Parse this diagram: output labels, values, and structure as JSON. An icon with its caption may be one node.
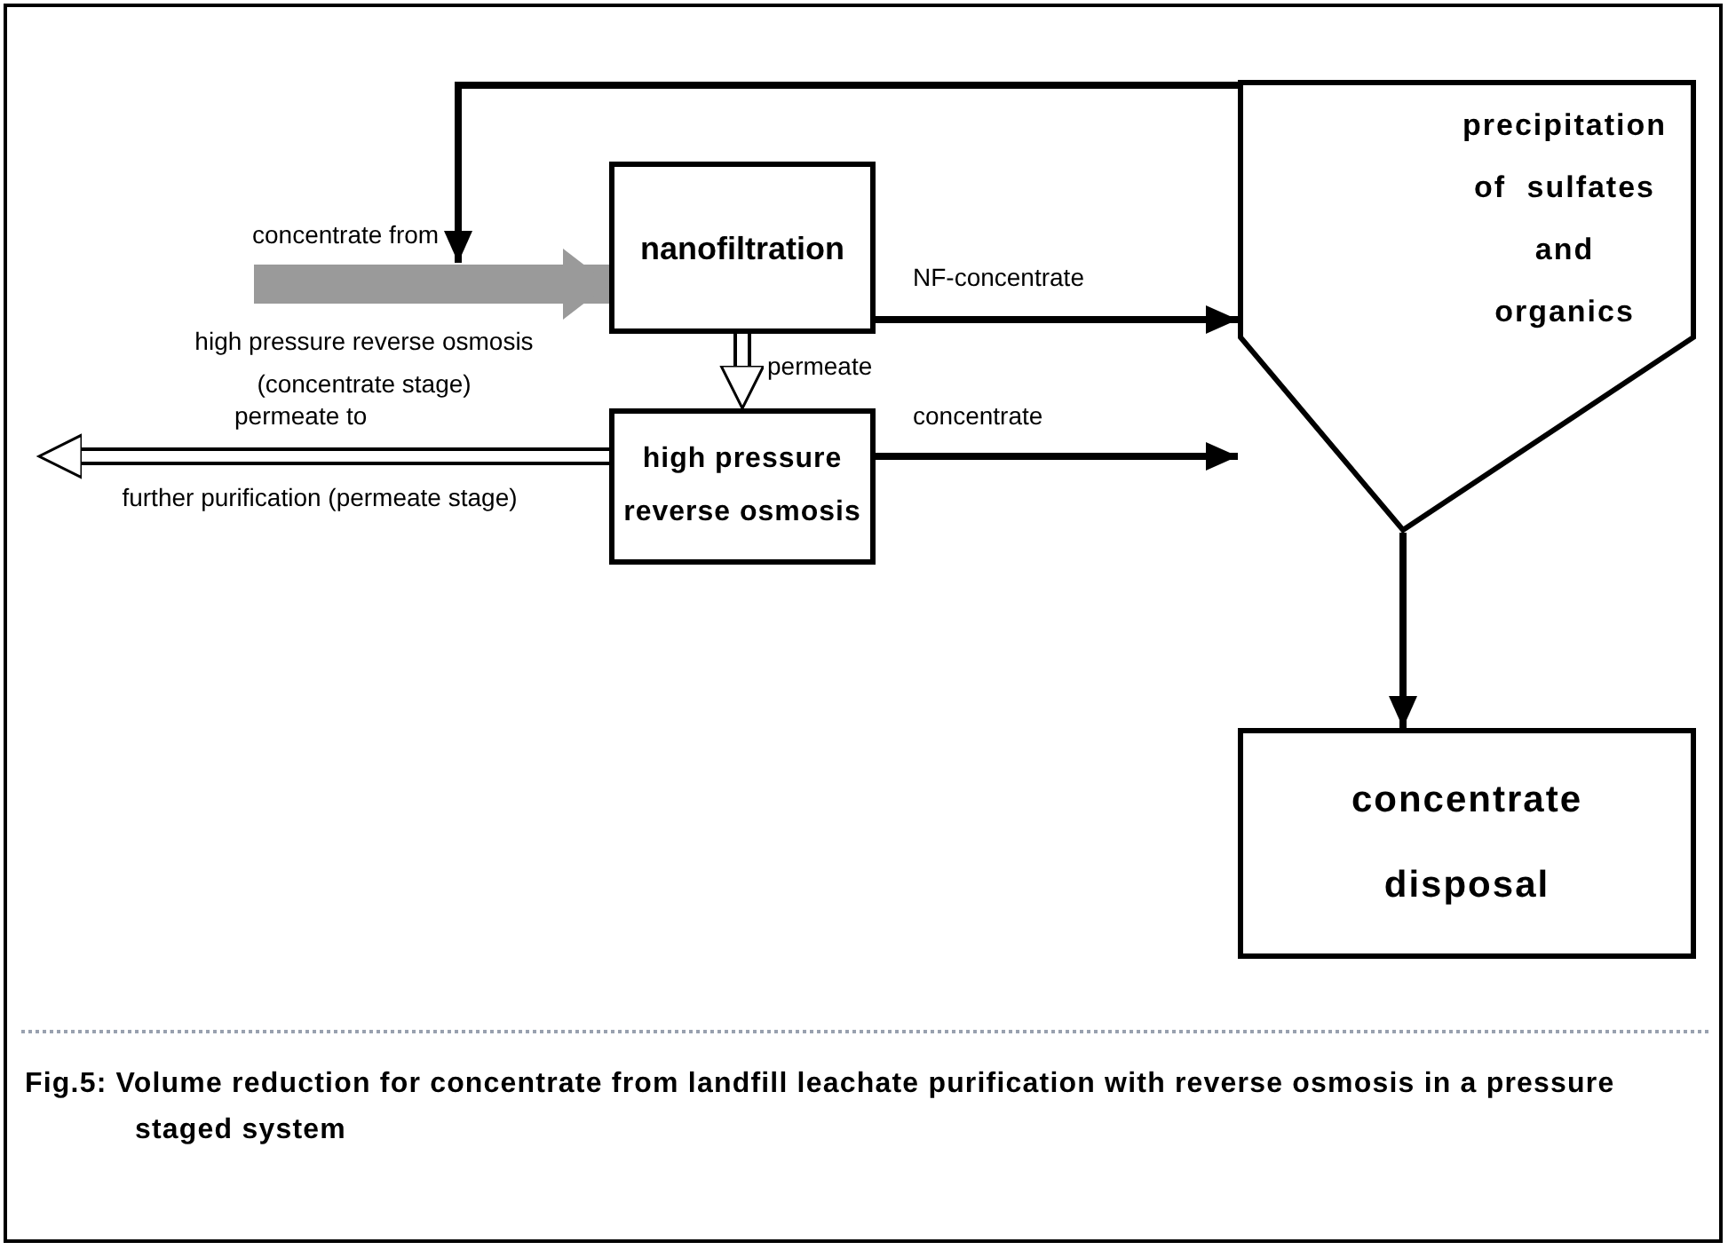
{
  "diagram": {
    "caption": "Fig.5: Volume reduction for concentrate from landfill leachate purification with reverse osmosis in a pressure staged system",
    "nodes": [
      {
        "text": [
          "nanofiltration"
        ]
      },
      {
        "text": [
          "precipitation of sulfates and organics"
        ]
      },
      {
        "text": [
          "high pressure reverse osmosis"
        ]
      },
      {
        "text": [
          "concentrate disposal"
        ]
      }
    ],
    "edges": [
      {
        "from": null,
        "to": 0,
        "arrow": "to",
        "label": "concentrate from",
        "style": "thick",
        "color": "#9a9a9a"
      },
      {
        "from": 1,
        "to": null,
        "arrow": "to"
      },
      {
        "from": 0,
        "to": 1,
        "arrow": "to",
        "label": "NF-concentrate"
      },
      {
        "from": 0,
        "to": 2,
        "arrow": "to",
        "label": "permeate",
        "color": "#ffffff"
      },
      {
        "from": 2,
        "to": null,
        "arrow": "to",
        "label": "permeate to",
        "color": "#ffffff"
      },
      {
        "from": 2,
        "to": null,
        "arrow": "to",
        "label": "concentrate"
      },
      {
        "from": 1,
        "to": 3,
        "arrow": "to"
      }
    ],
    "labels": [
      "high pressure reverse osmosis (concentrate stage)",
      "further purification (permeate stage)"
    ]
  }
}
